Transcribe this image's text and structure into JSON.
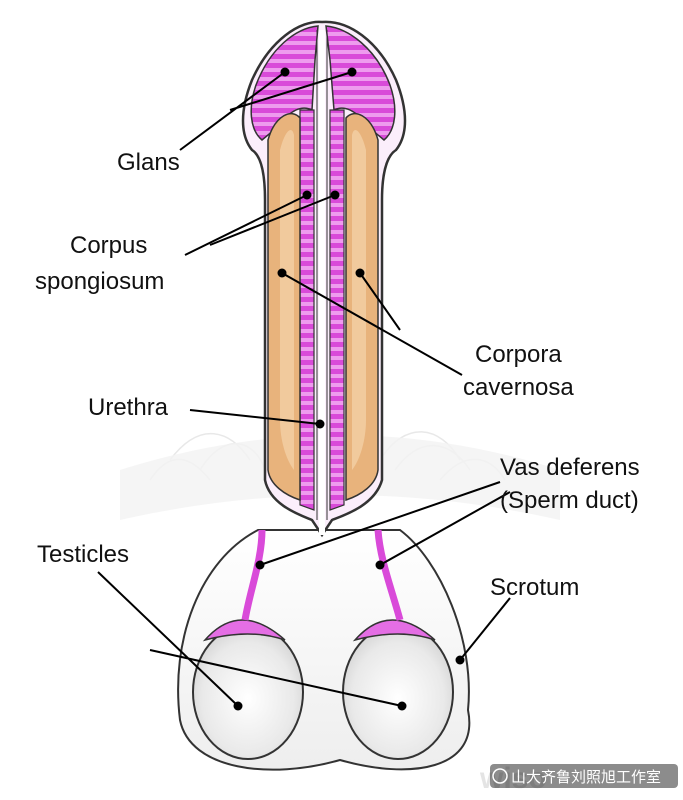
{
  "labels": {
    "glans": "Glans",
    "corpus_spongiosum_1": "Corpus",
    "corpus_spongiosum_2": "spongiosum",
    "corpora_cavernosa_1": "Corpora",
    "corpora_cavernosa_2": "cavernosa",
    "urethra": "Urethra",
    "vas_deferens_1": "Vas deferens",
    "vas_deferens_2": "(Sperm duct)",
    "testicles": "Testicles",
    "scrotum": "Scrotum"
  },
  "watermark": {
    "logo": "wiso",
    "caption": "山大齐鲁刘照旭工作室"
  },
  "colors": {
    "spongiosum": "#d94ad9",
    "spongiosum_stripe": "#ee9bee",
    "cavernosa": "#e8b37c",
    "cavernosa_highlight": "#f3cfa5",
    "outline": "#333333",
    "testicle_fill": "#e6e6e6",
    "scrotum_fill": "#f7f7f7"
  }
}
